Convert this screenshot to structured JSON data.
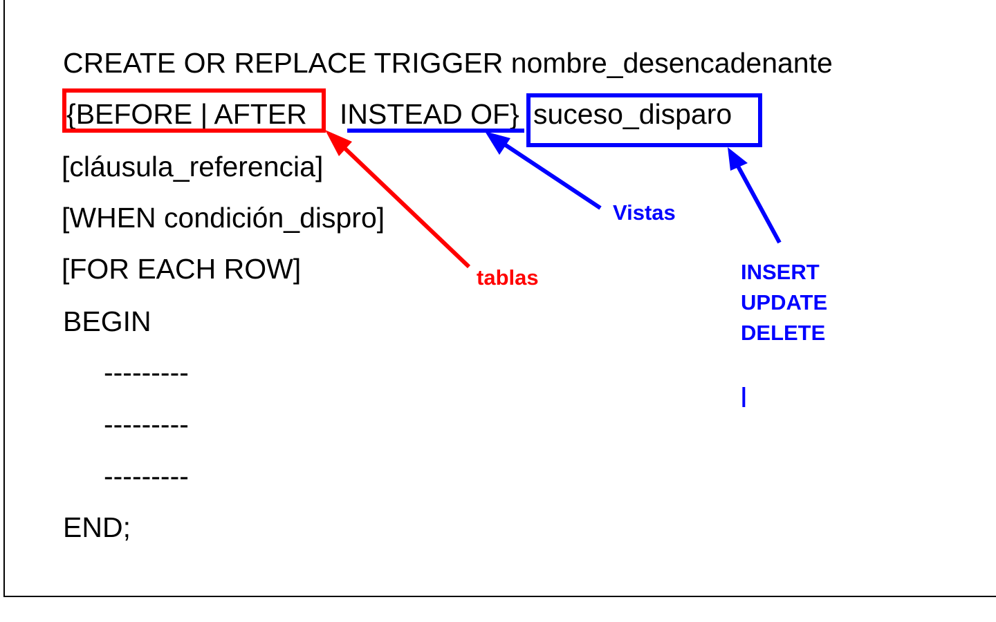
{
  "colors": {
    "background": "#ffffff",
    "text": "#000000",
    "red_annotation": "#ff0000",
    "blue_annotation": "#0000ff"
  },
  "code": {
    "line1": "CREATE OR REPLACE TRIGGER nombre_desencadenante",
    "line2_part1": "{BEFORE | AFTER",
    "line2_part2": "INSTEAD OF}",
    "line2_part3": "suceso_disparo",
    "line3": "[cláusula_referencia]",
    "line4": "[WHEN condición_dispro]",
    "line5": "[FOR EACH ROW]",
    "line6": "BEGIN",
    "body_lines": [
      "---------",
      "---------",
      "---------"
    ],
    "line_end": "END;"
  },
  "annotations": {
    "tablas": "tablas",
    "vistas": "Vistas",
    "events": [
      "INSERT",
      "UPDATE",
      "DELETE"
    ],
    "cursor": "|"
  }
}
